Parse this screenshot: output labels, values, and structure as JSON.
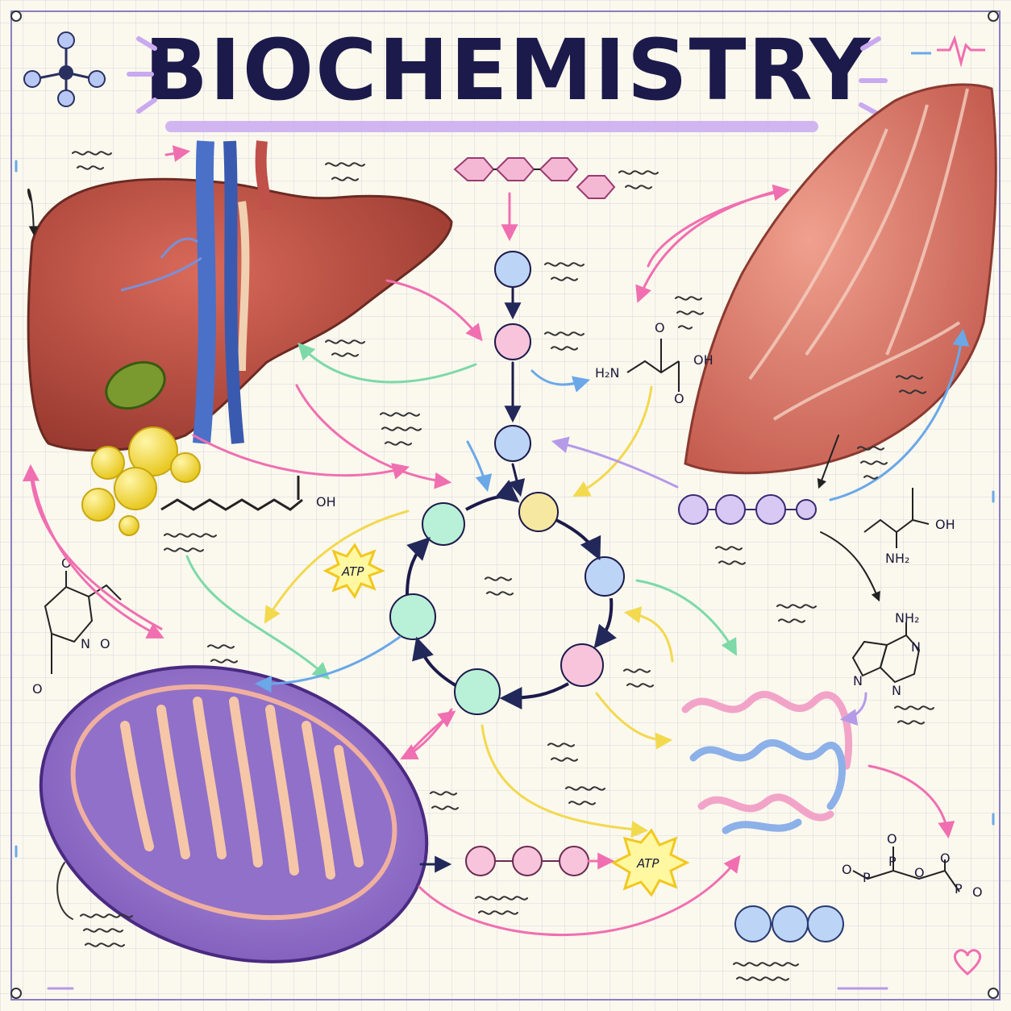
{
  "title": "BIOCHEMISTRY",
  "labels": {
    "amino_acid_left": "H₂N",
    "amino_acid_right": "OH",
    "fatty_acid_oh": "OH",
    "amine_oh": "OH",
    "amine_nh2": "NH₂",
    "adenine_nh2": "NH₂",
    "adenine_n1": "N",
    "adenine_n2": "N",
    "adenine_n3": "N",
    "lactone_o": "O",
    "lactone_n": "N",
    "lactone_no": "O",
    "lactone_o2": "O",
    "phos_o1": "O",
    "phos_p1": "P",
    "phos_p2": "P",
    "phos_p3": "P",
    "phos_o2": "O",
    "phos_o3": "O",
    "phos_o4": "O",
    "phos_o5": "O",
    "keto_o1": "O",
    "keto_o2": "O",
    "badge_cycle": "ATP",
    "badge_chain": "ATP"
  },
  "colors": {
    "title": "#1c1a4a",
    "pink": "#f06fb0",
    "blue": "#6aa8e8",
    "green": "#7dd9a8",
    "yellow": "#f2d94e",
    "purple": "#b59ae8",
    "navy": "#22285a"
  },
  "icons": [
    "molecule-icon",
    "heartbeat-icon",
    "heart-icon"
  ]
}
